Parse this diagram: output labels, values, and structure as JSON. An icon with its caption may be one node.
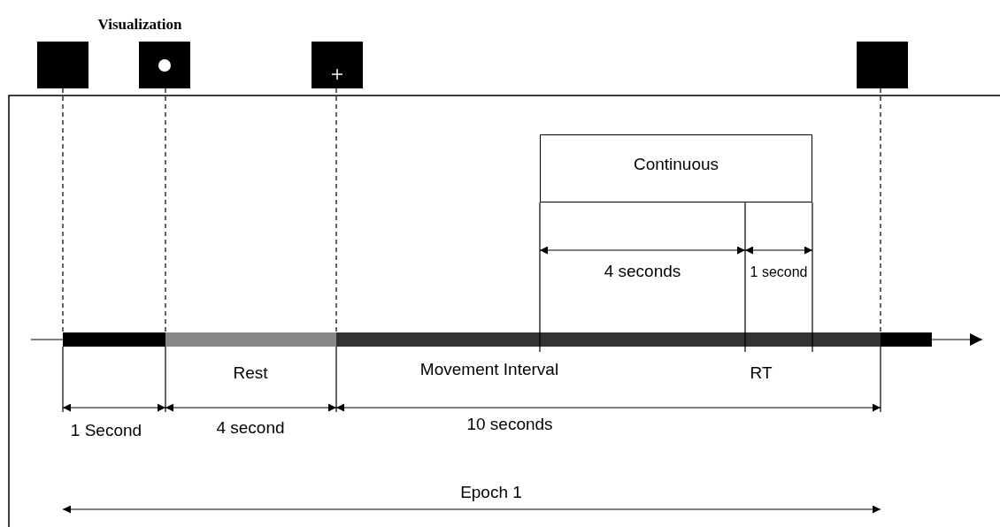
{
  "diagram": {
    "nodes": [
      {
        "text": [
          "Continuous"
        ]
      }
    ],
    "edges": [],
    "labels": [
      "Visualization",
      "4 seconds",
      "1 second",
      "Rest",
      "Movement Interval",
      "RT",
      "1 Second",
      "4 second",
      "10 seconds",
      "Epoch 1"
    ]
  }
}
